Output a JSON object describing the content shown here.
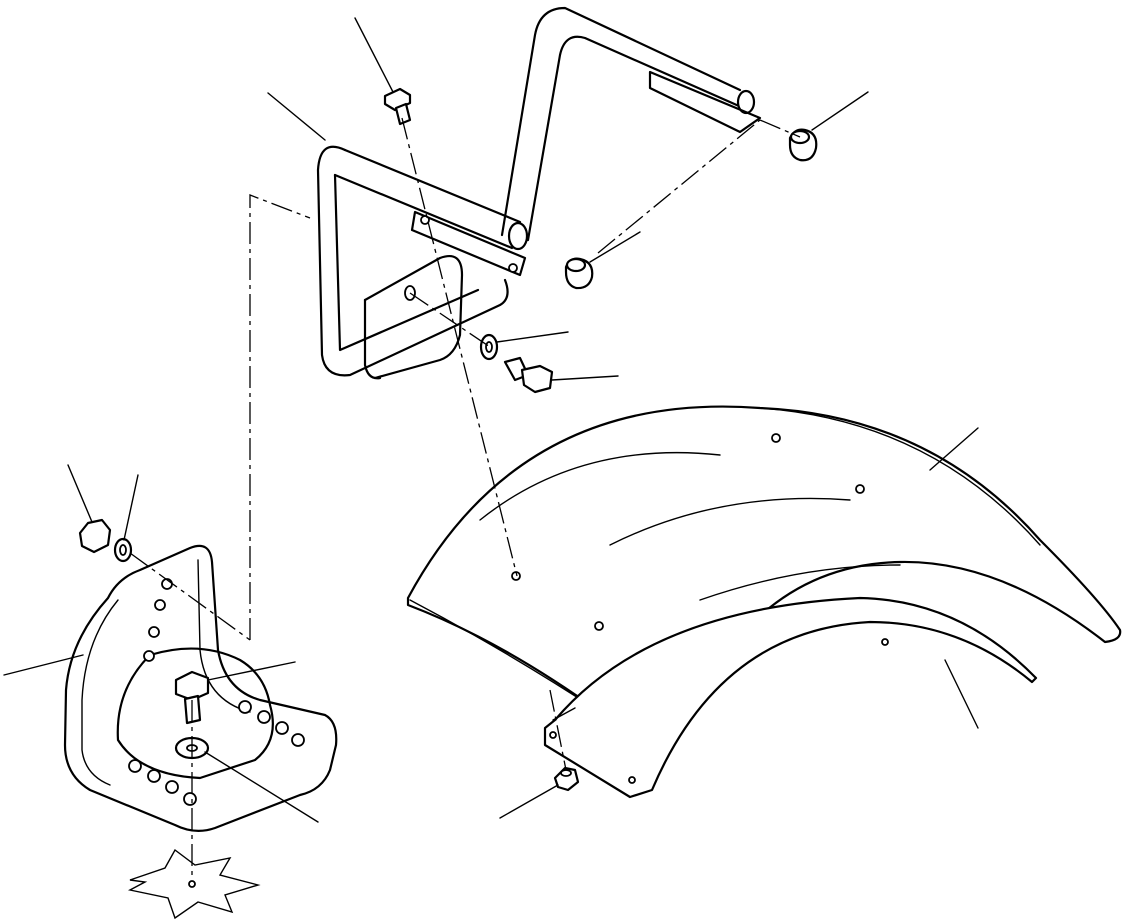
{
  "diagram": {
    "callouts": [],
    "parts": [
      "handrail",
      "end-cap",
      "bracket-bolt",
      "plate-bolt",
      "washer",
      "fender",
      "fender-support",
      "mounting-plate",
      "nut",
      "lock-washer",
      "mount-bolt",
      "flat-washer",
      "flange-nut"
    ]
  }
}
